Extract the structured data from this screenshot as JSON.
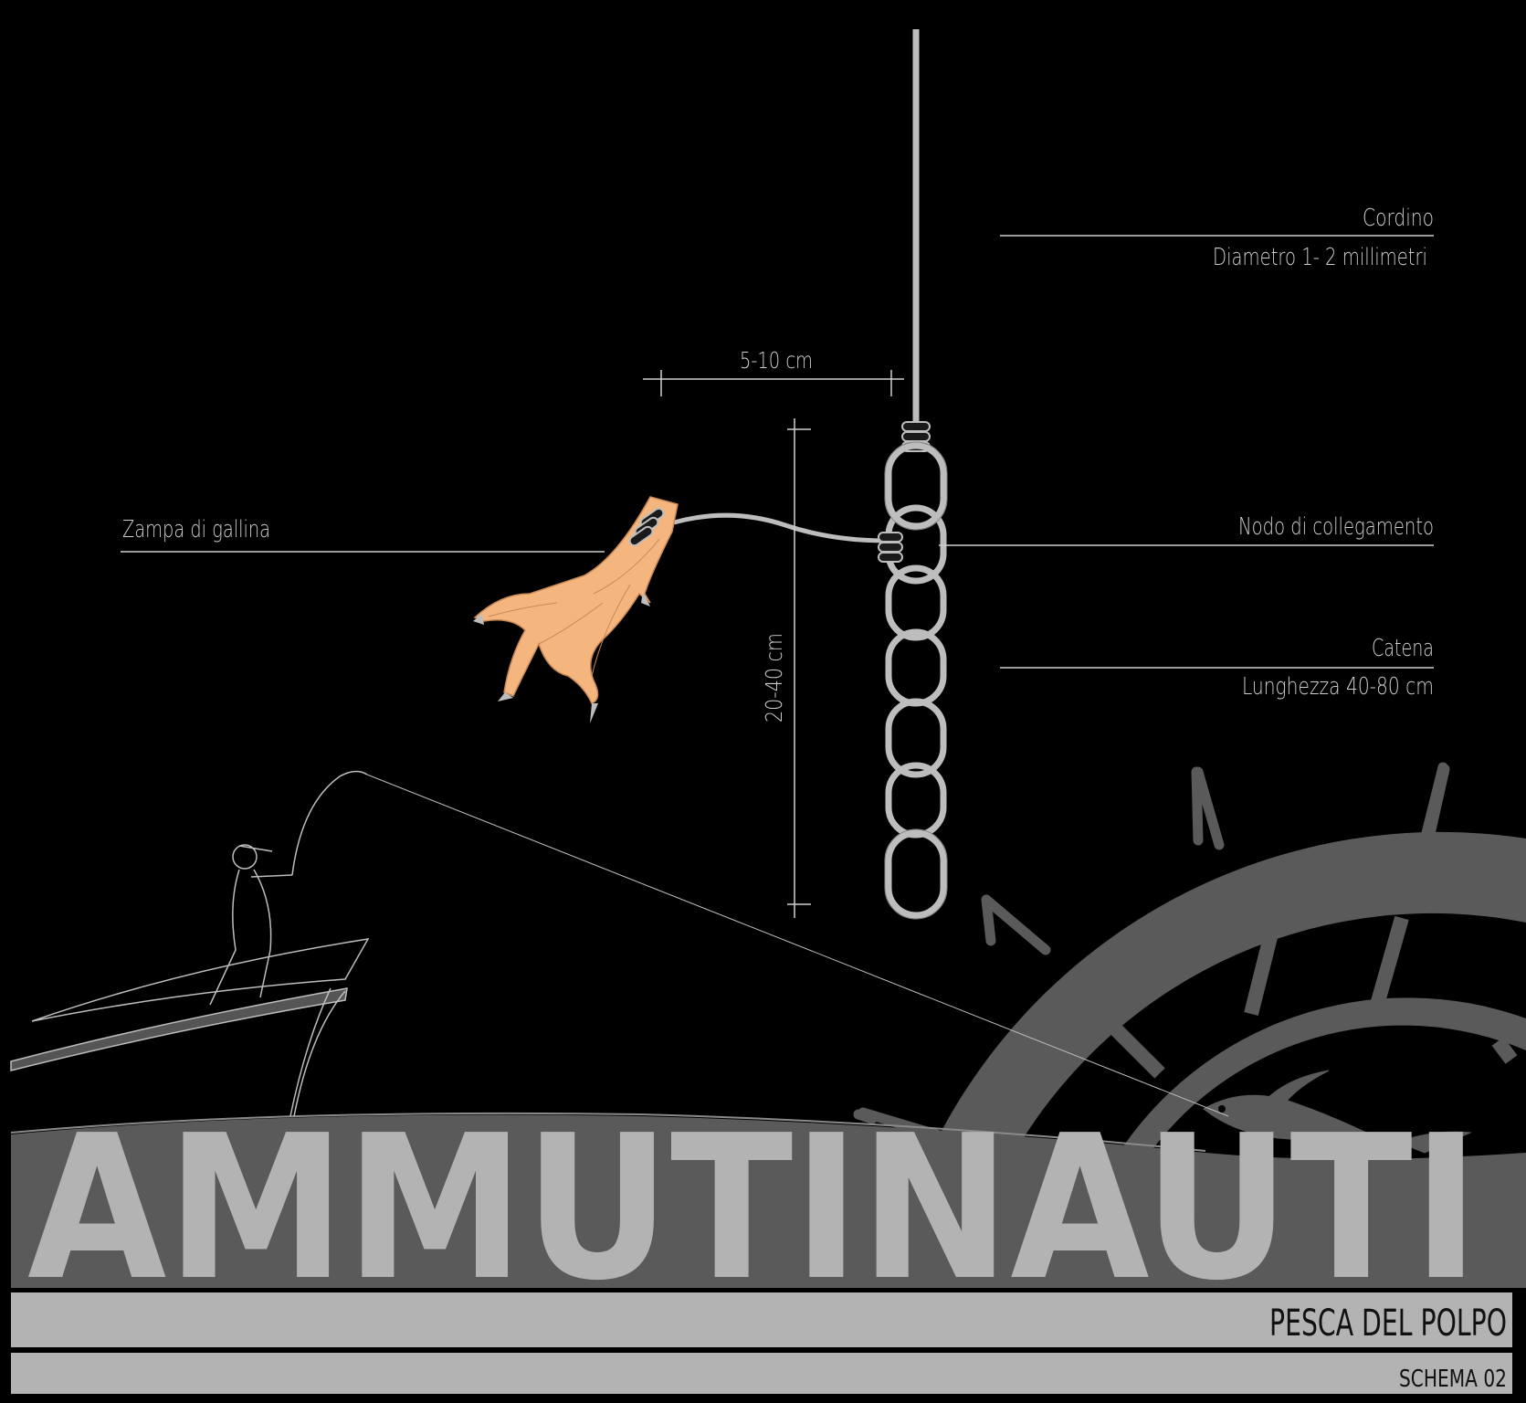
{
  "labels": {
    "cordino_title": "Cordino",
    "cordino_sub": "Diametro 1- 2 millimetri",
    "width_dim": "5-10 cm",
    "height_dim": "20-40 cm",
    "zampa": "Zampa di gallina",
    "nodo": "Nodo di collegamento",
    "catena_title": "Catena",
    "catena_sub": "Lunghezza 40-80 cm"
  },
  "brand": {
    "name": "AMMUTINAUTI",
    "title": "PESCA DEL POLPO",
    "subtitle": "SCHEMA 02"
  },
  "colors": {
    "background": "#000000",
    "line": "#cfcfcf",
    "chain": "#bdbdbd",
    "claw": "#f5b57f",
    "brand_gray": "#5a5a5a",
    "banner": "#b3b3b3"
  },
  "icons": [
    "chicken-foot-icon",
    "chain-icon",
    "fisherman-icon",
    "boat-icon",
    "ship-wheel-icon",
    "fish-icon"
  ]
}
